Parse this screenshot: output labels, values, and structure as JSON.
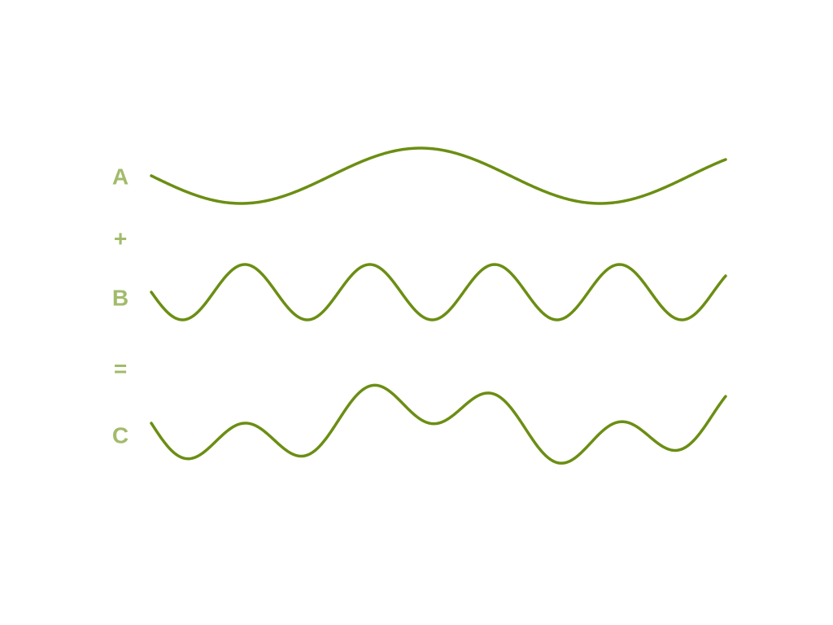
{
  "colors": {
    "wave": "#6b8e13",
    "label": "#a2bb6b",
    "background": "#ffffff"
  },
  "labels": {
    "a": "A",
    "plus": "+",
    "b": "B",
    "equals": "=",
    "c": "C"
  },
  "waves": {
    "a": {
      "cycles": 1.6,
      "amplitude": 1,
      "phase_deg": 180
    },
    "b": {
      "cycles": 4.6,
      "amplitude": 1,
      "phase_deg": 180
    },
    "c": {
      "description_components": [
        "a",
        "b"
      ]
    }
  }
}
